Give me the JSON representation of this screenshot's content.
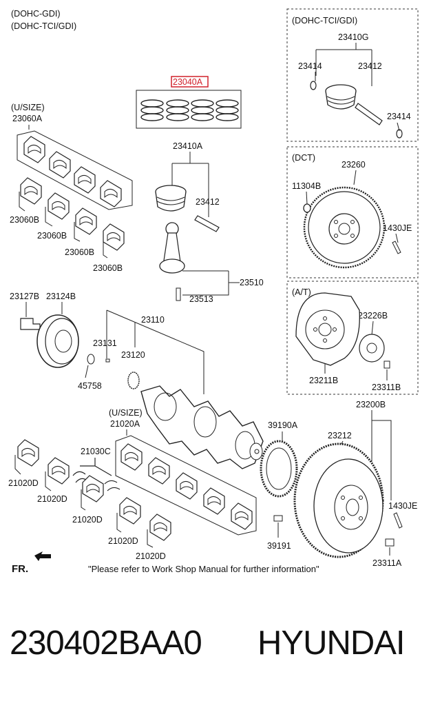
{
  "header": {
    "variant_line1": "(DOHC-GDI)",
    "variant_line2": "(DOHC-TCI/GDI)"
  },
  "highlight_color": "#d0202a",
  "boxes": {
    "tci": {
      "title": "(DOHC-TCI/GDI)",
      "labels": {
        "piston_assy": "23410G",
        "snap_ring_left": "23414",
        "pin": "23412",
        "snap_ring_right": "23414"
      }
    },
    "dct": {
      "title": "(DCT)",
      "labels": {
        "flywheel": "23260",
        "bolt": "11304B",
        "pin": "1430JE"
      }
    },
    "at": {
      "title": "(A/T)",
      "labels": {
        "plate": "23226B",
        "drive_plate": "23211B",
        "bolt": "23311B"
      }
    }
  },
  "labels": {
    "ring_set": "23040A",
    "usize_upper": "(U/SIZE)",
    "bearing_upper_a": "23060A",
    "bearing_upper_b1": "23060B",
    "bearing_upper_b2": "23060B",
    "bearing_upper_b3": "23060B",
    "bearing_upper_b4": "23060B",
    "piston_assy": "23410A",
    "piston_pin": "23412",
    "rod_assy": "23510",
    "rod_bolt": "23513",
    "pulley_bolt": "23127B",
    "pulley": "23124B",
    "crankshaft": "23110",
    "key": "23131",
    "sprocket": "23120",
    "washer": "45758",
    "usize_lower": "(U/SIZE)",
    "main_bearing_a": "21020A",
    "thrust_washer": "21030C",
    "main_bearing_d1": "21020D",
    "main_bearing_d2": "21020D",
    "main_bearing_d3": "21020D",
    "main_bearing_d4": "21020D",
    "main_bearing_d5": "21020D",
    "target_wheel": "39190A",
    "target_bolt": "39191",
    "flywheel_assy": "23200B",
    "ring_gear": "23212",
    "fly_pin": "1430JE",
    "fly_bolt": "23311A"
  },
  "direction_label": "FR.",
  "note": "\"Please refer to Work Shop Manual for further information\"",
  "footer": {
    "part_number": "230402BAA0",
    "brand": "HYUNDAI"
  }
}
